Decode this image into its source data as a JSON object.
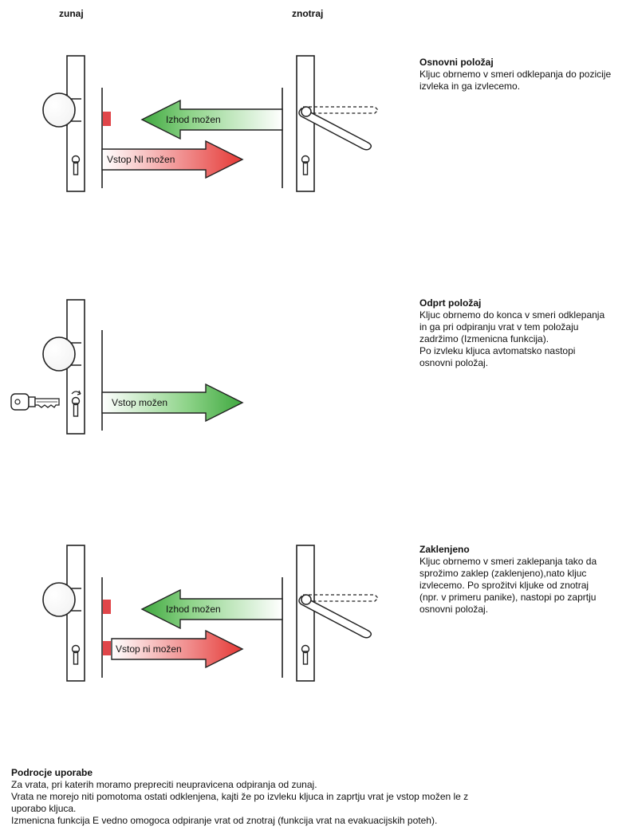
{
  "headers": {
    "outside": "zunaj",
    "inside": "znotraj"
  },
  "sections": [
    {
      "title": "Osnovni položaj",
      "body": "Kljuc obrnemo v smeri odklepanja do pozicije\nizvleka in ga izvlecemo.",
      "arrow_out": "Izhod možen",
      "arrow_in": "Vstop NI možen"
    },
    {
      "title": "Odprt položaj",
      "body": "Kljuc obrnemo do konca v smeri odklepanja\nin ga pri odpiranju vrat v tem položaju\nzadržimo (Izmenicna funkcija).\nPo izvleku kljuca avtomatsko nastopi\nosnovni položaj.",
      "arrow_in": "Vstop možen"
    },
    {
      "title": "Zaklenjeno",
      "body": "Kljuc obrnemo v smeri zaklepanja tako da\nsprožimo zaklep (zaklenjeno),nato kljuc\nizvlecemo. Po sprožitvi kljuke od znotraj\n(npr. v primeru panike), nastopi po zaprtju\nosnovni položaj.",
      "arrow_out": "Izhod možen",
      "arrow_in": "Vstop ni možen"
    }
  ],
  "footer": {
    "title": "Podrocje uporabe",
    "lines": [
      "Za vrata, pri katerih moramo prepreciti neupravicena odpiranja od zunaj.",
      "Vrata ne morejo niti pomotoma ostati odklenjena, kajti že po izvleku kljuca in zaprtju vrat je vstop možen le z",
      "uporabo kljuca.",
      "Izmenicna funkcija E vedno omogoca odpiranje vrat od znotraj (funkcija vrat na evakuacijskih poteh)."
    ]
  },
  "colors": {
    "out_arrow_green": "#4caf50",
    "in_arrow_red": "#e53935",
    "in_arrow_green": "#43a047",
    "stop_block": "#e0464a",
    "line": "#222222"
  }
}
